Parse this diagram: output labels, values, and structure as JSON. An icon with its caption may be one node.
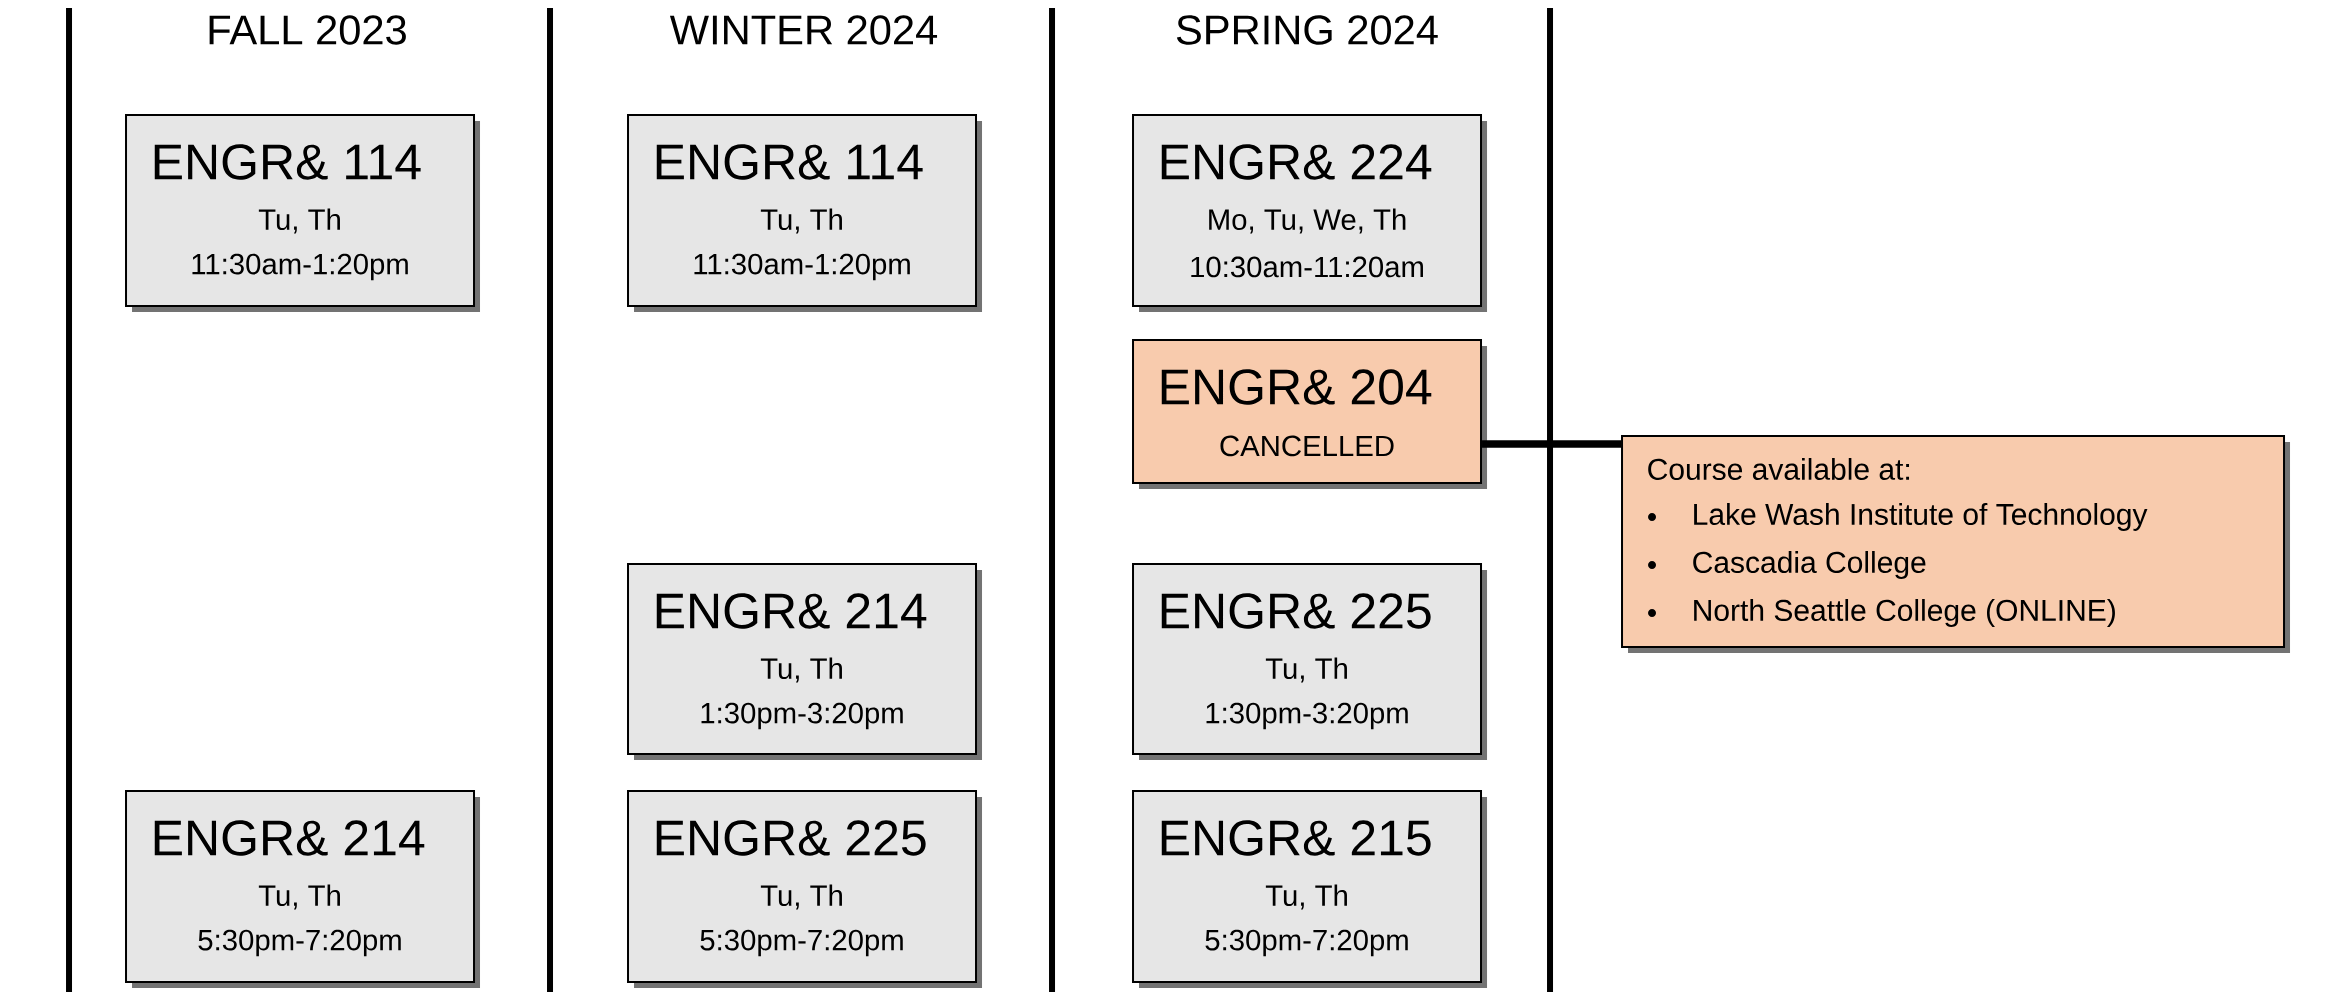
{
  "diagram": {
    "nodes": [
      {
        "text": [
          "ENGR& 114",
          "Tu, Th",
          "11:30am-1:20pm"
        ]
      },
      {
        "text": [
          "ENGR& 114",
          "Tu, Th",
          "11:30am-1:20pm"
        ]
      },
      {
        "text": [
          "ENGR& 224",
          "Mo, Tu, We, Th",
          "10:30am-11:20am"
        ]
      },
      {
        "text": [
          "ENGR& 204",
          "CANCELLED"
        ]
      },
      {
        "text": [
          "Course available at:",
          "Lake Wash Institute of Technology",
          "Cascadia College",
          "North Seattle College (ONLINE)"
        ]
      },
      {
        "text": [
          "ENGR& 214",
          "Tu, Th",
          "1:30pm-3:20pm"
        ]
      },
      {
        "text": [
          "ENGR& 225",
          "Tu, Th",
          "1:30pm-3:20pm"
        ]
      },
      {
        "text": [
          "ENGR& 214",
          "Tu, Th",
          "5:30pm-7:20pm"
        ]
      },
      {
        "text": [
          "ENGR& 225",
          "Tu, Th",
          "5:30pm-7:20pm"
        ]
      },
      {
        "text": [
          "ENGR& 215",
          "Tu, Th",
          "5:30pm-7:20pm"
        ]
      }
    ],
    "edges": [
      {
        "from": 3,
        "to": 4,
        "arrow": "none"
      }
    ],
    "labels": [
      "FALL 2023",
      "WINTER 2024",
      "SPRING 2024"
    ]
  }
}
